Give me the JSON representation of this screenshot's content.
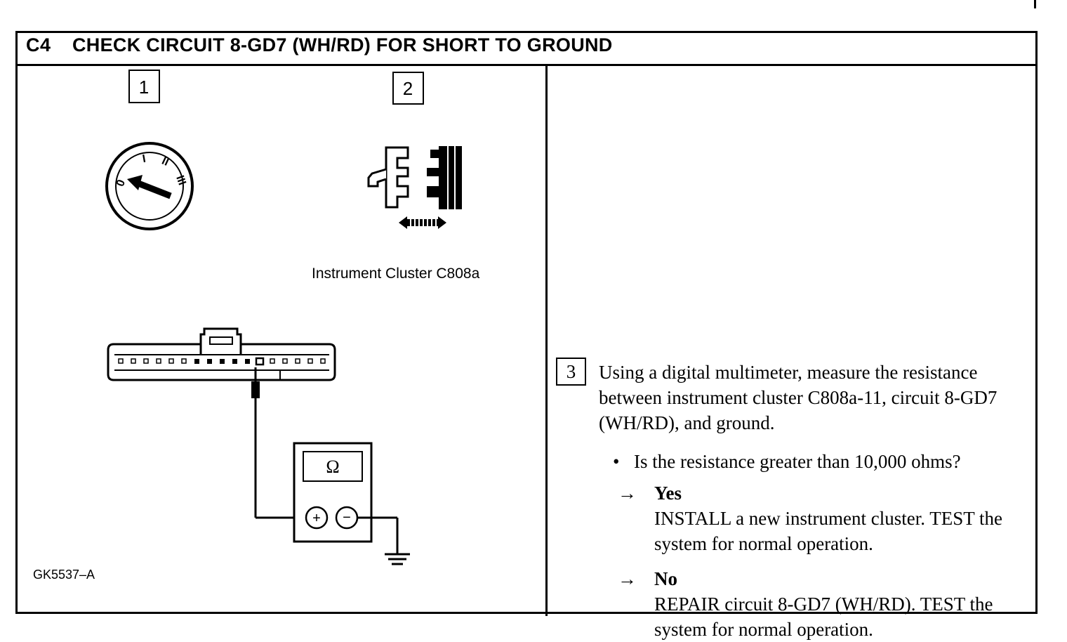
{
  "header": {
    "step_id": "C4",
    "title": "CHECK CIRCUIT 8-GD7 (WH/RD) FOR SHORT TO GROUND"
  },
  "figure": {
    "step1_num": "1",
    "step2_num": "2",
    "connector_caption": "Instrument Cluster C808a",
    "meter_symbol": "Ω",
    "plus_symbol": "+",
    "minus_symbol": "−",
    "ignition_marks": [
      "0",
      "I",
      "II",
      "III"
    ],
    "figure_id": "GK5537–A"
  },
  "instructions": {
    "step3_num": "3",
    "step3_text": "Using a digital multimeter, measure the resistance between instrument cluster C808a-11, circuit 8-GD7 (WH/RD), and ground.",
    "bullet_symbol": "•",
    "question": "Is the resistance greater than 10,000 ohms?",
    "arrow_symbol": "→",
    "yes": {
      "label": "Yes",
      "text": "INSTALL a new instrument cluster. TEST the system for normal operation."
    },
    "no": {
      "label": "No",
      "text": "REPAIR circuit 8-GD7 (WH/RD). TEST the system for normal operation."
    }
  }
}
